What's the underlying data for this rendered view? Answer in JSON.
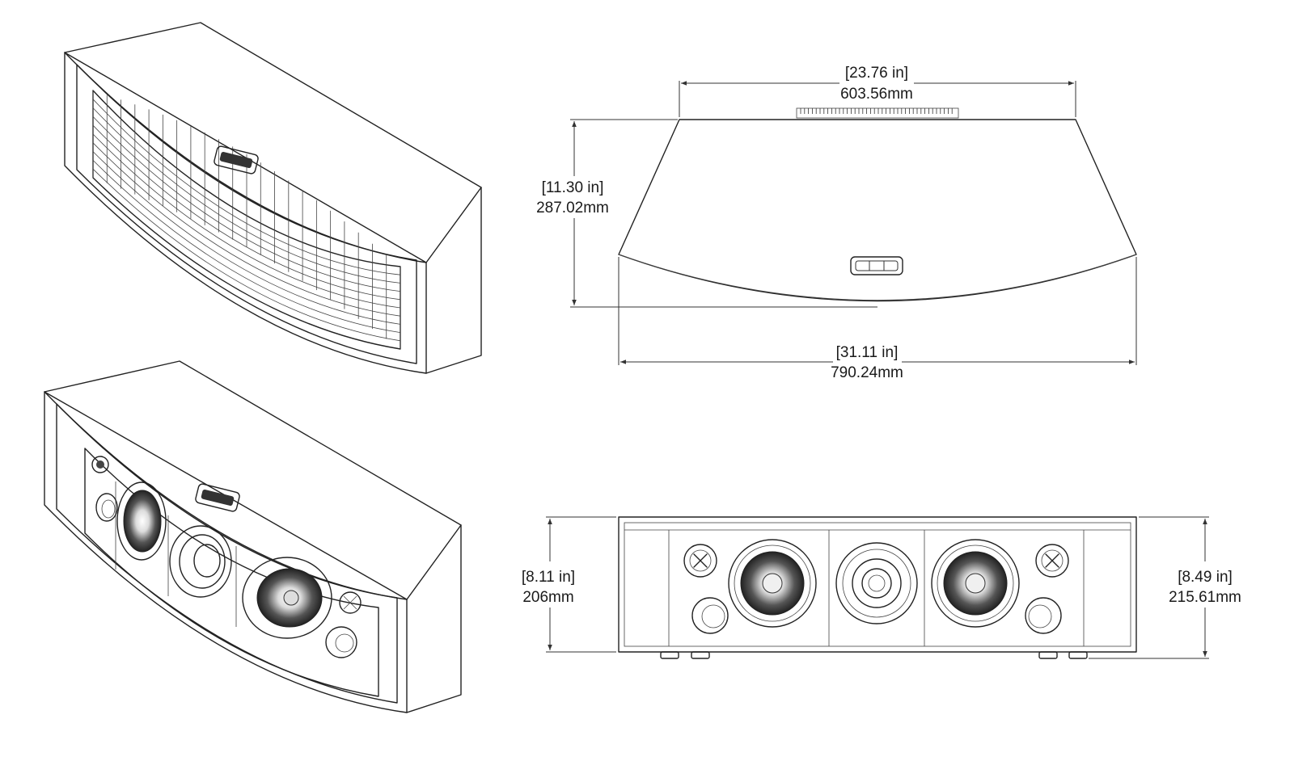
{
  "dimensions": {
    "top_width": {
      "imperial": "[23.76 in]",
      "metric": "603.56mm"
    },
    "height": {
      "imperial": "[11.30 in]",
      "metric": "287.02mm"
    },
    "full_width": {
      "imperial": "[31.11 in]",
      "metric": "790.24mm"
    },
    "front_left": {
      "imperial": "[8.11 in]",
      "metric": "206mm"
    },
    "front_right": {
      "imperial": "[8.49 in]",
      "metric": "215.61mm"
    }
  },
  "colors": {
    "line": "#222222",
    "background": "#ffffff",
    "driver_dark": "#2a2a2a"
  }
}
